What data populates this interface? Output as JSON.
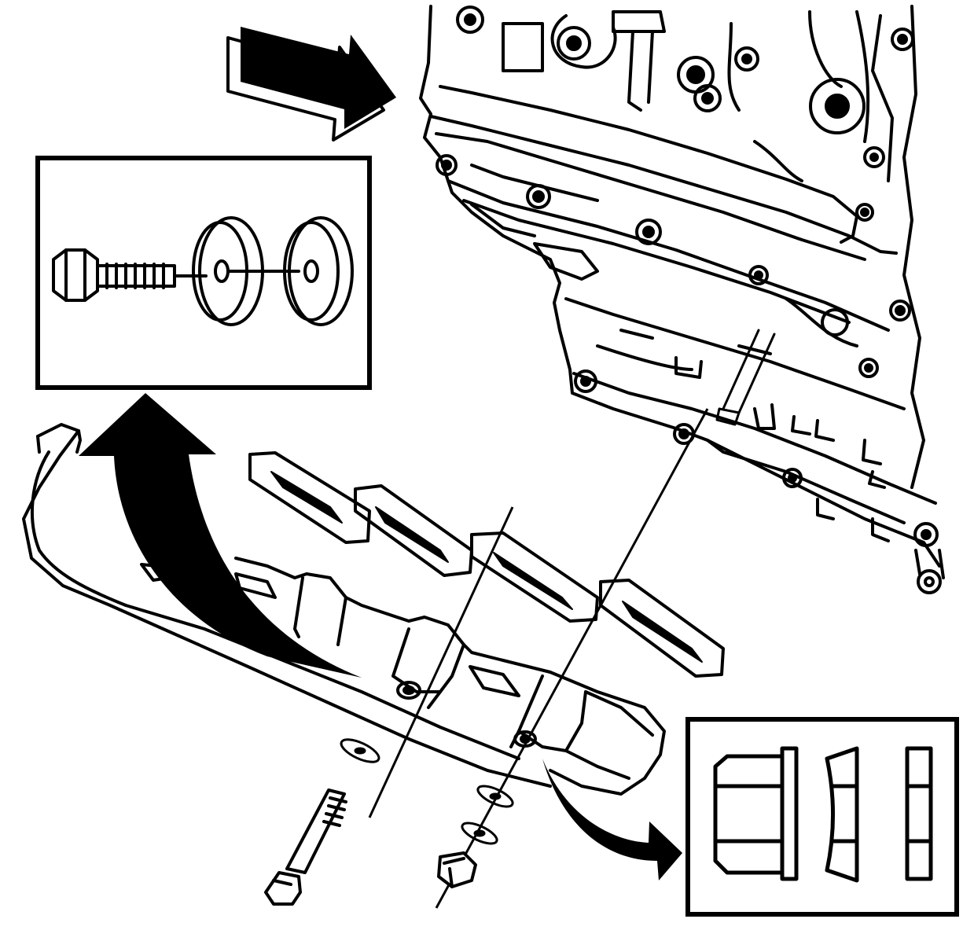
{
  "colors": {
    "ink": "#000000",
    "paper": "#ffffff",
    "shade": "#5a5a5a"
  },
  "callouts": [
    {
      "name": "bolt-and-washers-detail",
      "parts": [
        "bolt",
        "washer",
        "washer"
      ]
    },
    {
      "name": "nut-and-washers-detail",
      "parts": [
        "flange-nut",
        "conical-washer",
        "flat-washer"
      ]
    }
  ],
  "arrows": [
    "view-direction-arrow",
    "upper-detail-arrow",
    "lower-detail-arrow"
  ],
  "fasteners": [
    "stud-bolt",
    "flange-nut",
    "washer",
    "washer",
    "washer",
    "washer"
  ]
}
